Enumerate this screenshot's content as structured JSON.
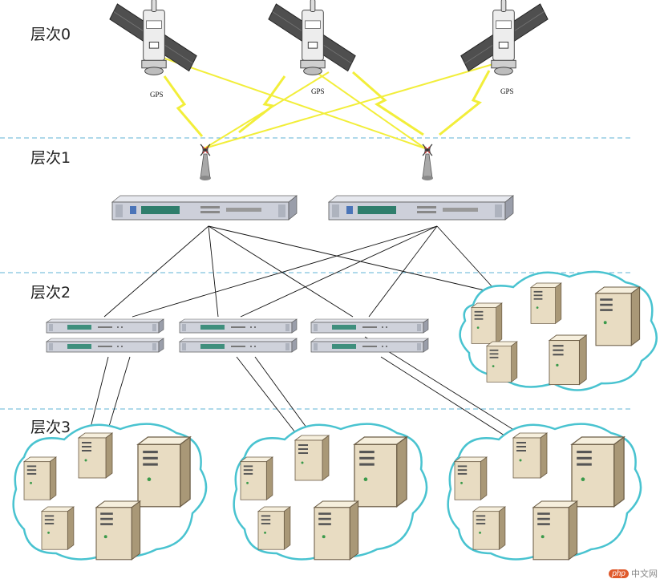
{
  "tiers": [
    {
      "label": "层次0"
    },
    {
      "label": "层次1"
    },
    {
      "label": "层次2"
    },
    {
      "label": "层次3"
    }
  ],
  "satellites": [
    {
      "label": "GPS"
    },
    {
      "label": "GPS"
    },
    {
      "label": "GPS"
    }
  ],
  "watermark": {
    "logo": "php",
    "text": "中文网"
  },
  "colors": {
    "tier_divider": "#5fb3d6",
    "signal": "#f2ee3a",
    "cloud_stroke": "#49c3d0",
    "server_face": "#ece1c8",
    "server_side": "#b8a888",
    "rack_body": "#c9ccd6"
  }
}
